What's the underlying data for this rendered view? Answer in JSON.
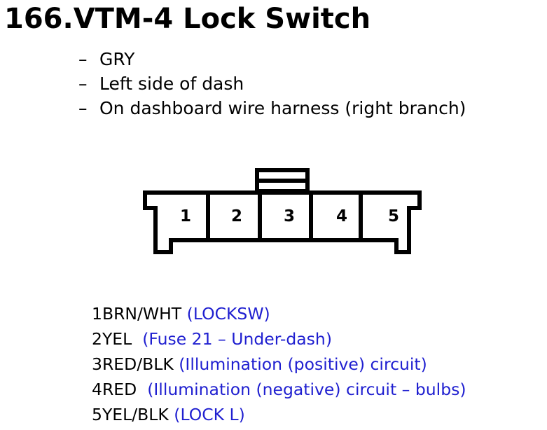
{
  "title": "166.VTM-4 Lock Switch",
  "notes": [
    {
      "dash": "–",
      "text": "GRY"
    },
    {
      "dash": "–",
      "text": "Left side of dash"
    },
    {
      "dash": "–",
      "text": "On dashboard wire harness (right branch)"
    }
  ],
  "connector": {
    "pins": [
      "1",
      "2",
      "3",
      "4",
      "5"
    ]
  },
  "pinout": [
    {
      "pin": "1",
      "wire": "BRN/WHT",
      "desc": "(LOCKSW)"
    },
    {
      "pin": "2",
      "wire": "YEL",
      "desc": "(Fuse 21 – Under-dash)"
    },
    {
      "pin": "3",
      "wire": "RED/BLK",
      "desc": "(Illumination (positive) circuit)"
    },
    {
      "pin": "4",
      "wire": "RED",
      "desc": "(Illumination (negative) circuit – bulbs)"
    },
    {
      "pin": "5",
      "wire": "YEL/BLK",
      "desc": "(LOCK L)"
    }
  ],
  "colors": {
    "text": "#000000",
    "pin_desc": "#1f1fd0",
    "background": "#ffffff"
  }
}
